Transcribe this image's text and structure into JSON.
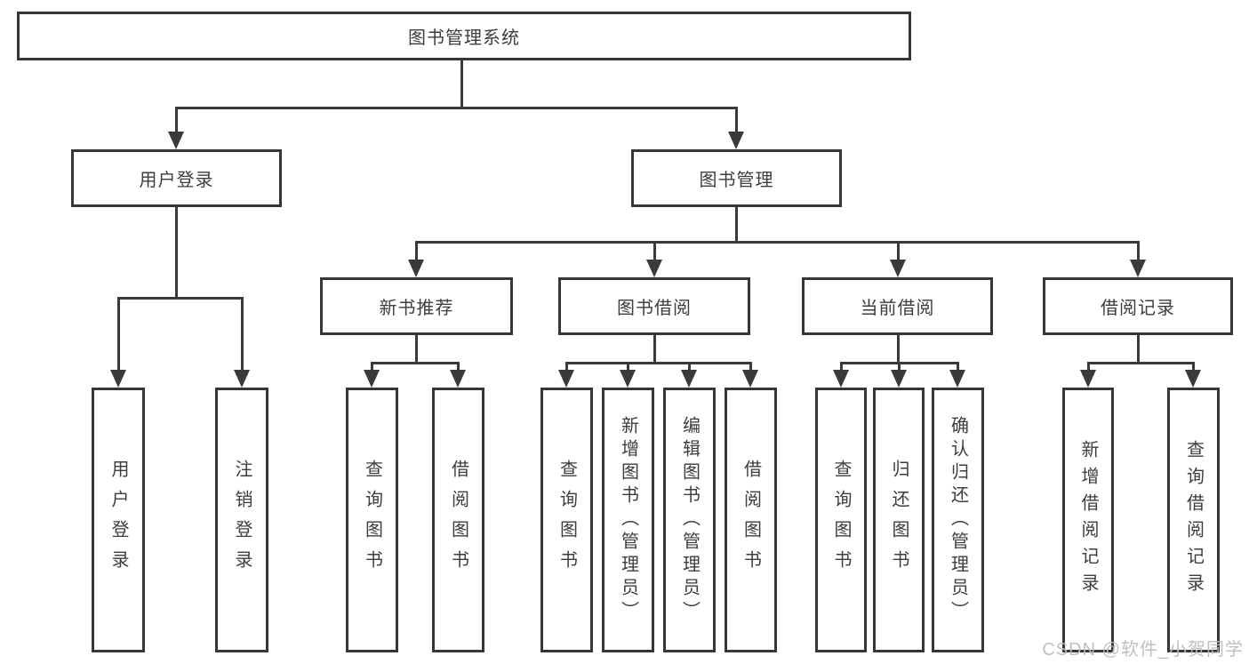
{
  "nodes": {
    "root": {
      "label": "图书管理系统"
    },
    "user_login": {
      "label": "用户登录"
    },
    "book_mgmt": {
      "label": "图书管理"
    },
    "new_book_rec": {
      "label": "新书推荐"
    },
    "book_borrow": {
      "label": "图书借阅"
    },
    "current_borrow": {
      "label": "当前借阅"
    },
    "borrow_records": {
      "label": "借阅记录"
    },
    "leaf_user_login": {
      "label": "用户登录"
    },
    "leaf_logout": {
      "label": "注销登录"
    },
    "leaf_nbr_query": {
      "label": "查询图书"
    },
    "leaf_nbr_borrow": {
      "label": "借阅图书"
    },
    "leaf_bb_query": {
      "label": "查询图书"
    },
    "leaf_bb_add": {
      "label": "新增图书（管理员）"
    },
    "leaf_bb_edit": {
      "label": "编辑图书（管理员）"
    },
    "leaf_bb_borrow": {
      "label": "借阅图书"
    },
    "leaf_cb_query": {
      "label": "查询图书"
    },
    "leaf_cb_return": {
      "label": "归还图书"
    },
    "leaf_cb_confirm": {
      "label": "确认归还（管理员）"
    },
    "leaf_br_add": {
      "label": "新增借阅记录"
    },
    "leaf_br_query": {
      "label": "查询借阅记录"
    }
  },
  "watermark": {
    "text": "CSDN @软件_小贺同学"
  },
  "colors": {
    "line": "#3a3a3a",
    "border": "#363636",
    "text": "#3d3d3d",
    "watermark": "#bcbcc2"
  }
}
